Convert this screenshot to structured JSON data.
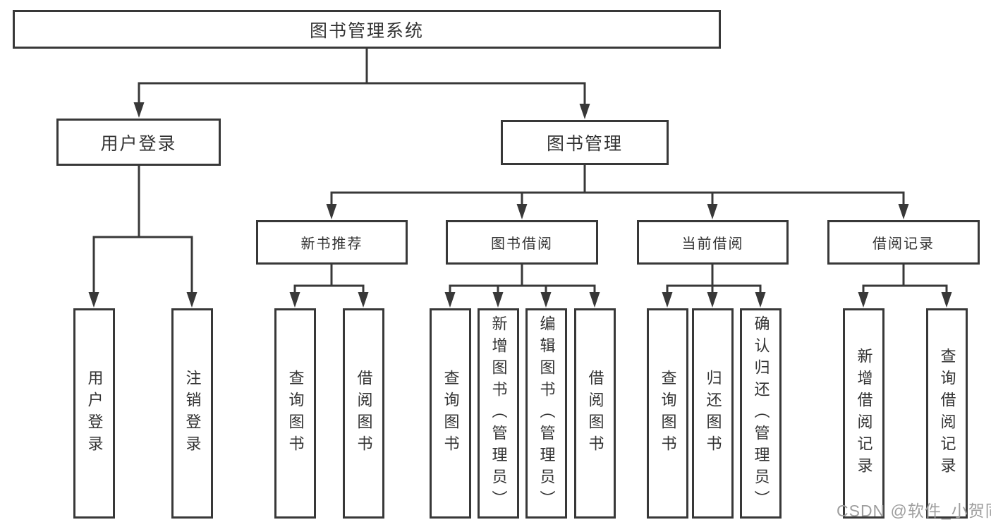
{
  "tree": {
    "root": "图书管理系统",
    "children": [
      {
        "label": "用户登录",
        "children": [
          "用户登录",
          "注销登录"
        ]
      },
      {
        "label": "图书管理",
        "children": [
          {
            "label": "新书推荐",
            "children": [
              "查询图书",
              "借阅图书"
            ]
          },
          {
            "label": "图书借阅",
            "children": [
              "查询图书",
              "新增图书（管理员）",
              "编辑图书（管理员）",
              "借阅图书"
            ]
          },
          {
            "label": "当前借阅",
            "children": [
              "查询图书",
              "归还图书",
              "确认归还（管理员）"
            ]
          },
          {
            "label": "借阅记录",
            "children": [
              "新增借阅记录",
              "查询借阅记录"
            ]
          }
        ]
      }
    ]
  },
  "watermark": {
    "text": "CSDN @软件_小贺同学"
  },
  "colors": {
    "line": "#383838",
    "text": "#333333",
    "box-bg": "#ffffff",
    "canvas-bg": "#ffffff",
    "watermark": "#9e9e9e"
  }
}
